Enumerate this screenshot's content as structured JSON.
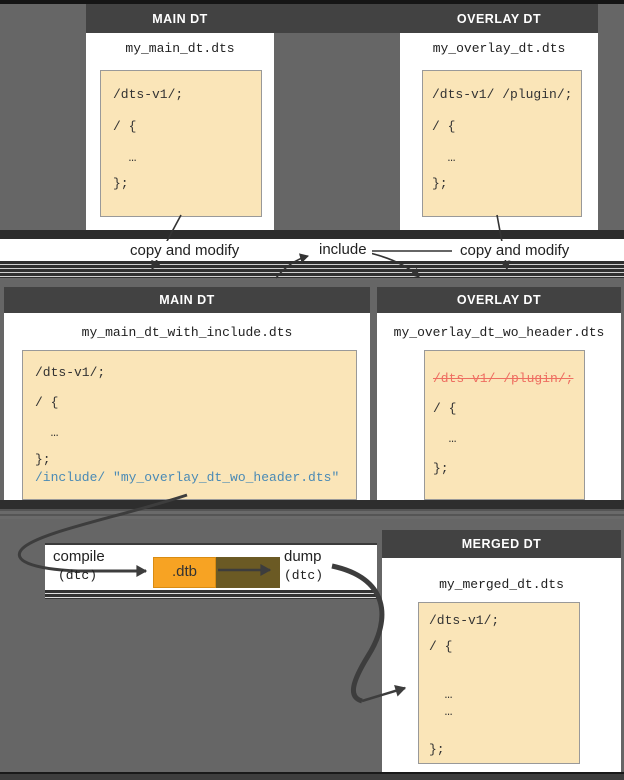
{
  "diagram_title": "Device tree overlay include-compile-dump flow",
  "colors": {
    "background": "#666666",
    "header_bar": "#424242",
    "card_body": "#ffffff",
    "code_bg": "#fae5b8",
    "code_border": "#999999",
    "code_text": "#333333",
    "include_blue": "#4a8ab5",
    "strike_red": "#ee6e61",
    "dtb_orange": "#f7a323",
    "dtb_shadow_brown": "#6b5a24",
    "arrow": "#3d3d3d"
  },
  "cards": {
    "main_top": {
      "header": "MAIN DT",
      "filename": "my_main_dt.dts",
      "code": [
        "/dts-v1/;",
        "/ {",
        "  …",
        "};"
      ]
    },
    "overlay_top": {
      "header": "OVERLAY DT",
      "filename": "my_overlay_dt.dts",
      "code": [
        "/dts-v1/ /plugin/;",
        "/ {",
        "  …",
        "};"
      ]
    },
    "main_include": {
      "header": "MAIN DT",
      "filename": "my_main_dt_with_include.dts",
      "code": [
        "/dts-v1/;",
        "/ {",
        "  …",
        "};",
        "/include/ \"my_overlay_dt_wo_header.dts\""
      ]
    },
    "overlay_wo_header": {
      "header": "OVERLAY DT",
      "filename": "my_overlay_dt_wo_header.dts",
      "code": [
        "/dts-v1/ /plugin/;",
        "/ {",
        "  …",
        "};"
      ]
    },
    "merged": {
      "header": "MERGED DT",
      "filename": "my_merged_dt.dts",
      "code": [
        "/dts-v1/;",
        "/ {",
        "  …",
        "  …",
        "};"
      ]
    }
  },
  "labels": {
    "copy_and_modify_left": "copy and modify",
    "include": "include",
    "copy_and_modify_right": "copy and modify",
    "compile": "compile",
    "compile_tool": "(dtc)",
    "dtb": ".dtb",
    "dump": "dump",
    "dump_tool": "(dtc)"
  }
}
